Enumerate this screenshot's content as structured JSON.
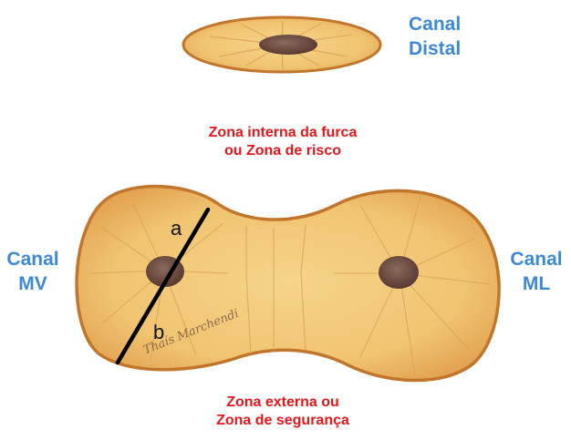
{
  "labels": {
    "distal_line1": "Canal",
    "distal_line2": "Distal",
    "mv_line1": "Canal",
    "mv_line2": "MV",
    "ml_line1": "Canal",
    "ml_line2": "ML",
    "internal_zone_line1": "Zona interna da furca",
    "internal_zone_line2": "ou Zona de risco",
    "external_zone_line1": "Zona externa ou",
    "external_zone_line2": "Zona de segurança",
    "segment_a": "a",
    "segment_b": "b",
    "signature": "Thaís Marchendi"
  },
  "colors": {
    "canal_label": "#3c8ad6",
    "zone_label": "#e8151b",
    "root_fill": "#f0c470",
    "root_outline": "#c2762c",
    "canal_fill": "#6e4a3e",
    "measure_line": "#000000"
  }
}
